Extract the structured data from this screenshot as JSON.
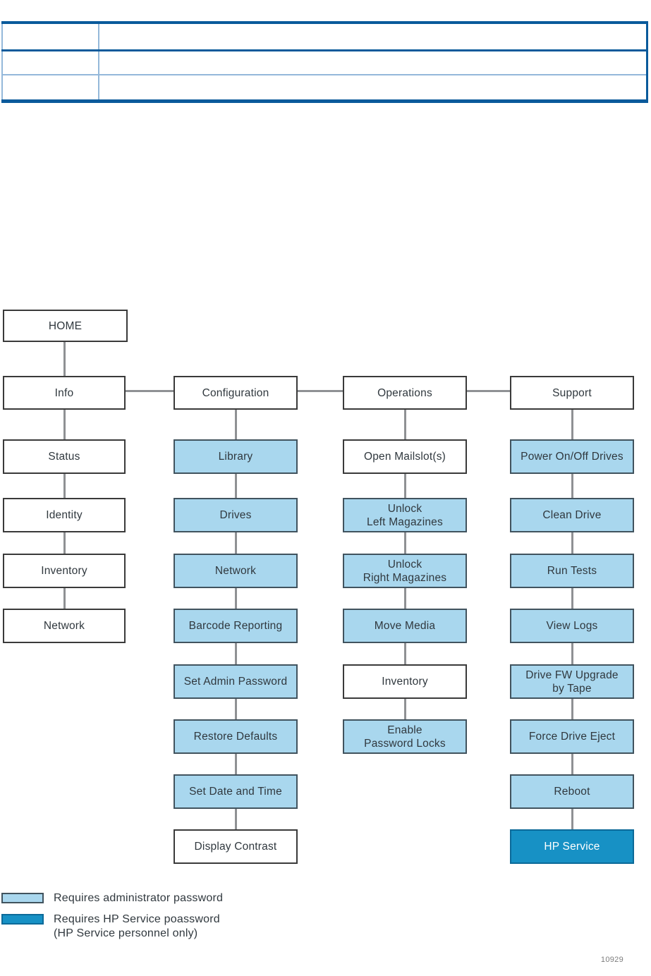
{
  "colors": {
    "table_border_dark": "#0a5a9b",
    "table_border_light": "#94b8da",
    "box_white_fill": "#ffffff",
    "box_white_border": "#3a3a3a",
    "box_admin_fill": "#a9d7ee",
    "box_admin_border": "#41535e",
    "box_service_fill": "#1791c5",
    "box_service_border": "#0c6a99",
    "connector": "#8f9194",
    "text": "#30383e",
    "service_text": "#ffffff"
  },
  "table": {
    "rows": [
      [
        "",
        ""
      ],
      [
        "",
        ""
      ],
      [
        "",
        ""
      ]
    ]
  },
  "menu_tree": {
    "home": {
      "label": "HOME",
      "style": "white"
    },
    "columns": [
      {
        "title": {
          "label": "Info",
          "style": "white"
        },
        "items": [
          {
            "label": "Status",
            "style": "white"
          },
          {
            "label": "Identity",
            "style": "white"
          },
          {
            "label": "Inventory",
            "style": "white"
          },
          {
            "label": "Network",
            "style": "white"
          }
        ]
      },
      {
        "title": {
          "label": "Configuration",
          "style": "white"
        },
        "items": [
          {
            "label": "Library",
            "style": "admin"
          },
          {
            "label": "Drives",
            "style": "admin"
          },
          {
            "label": "Network",
            "style": "admin"
          },
          {
            "label": "Barcode Reporting",
            "style": "admin"
          },
          {
            "label": "Set Admin Password",
            "style": "admin"
          },
          {
            "label": "Restore Defaults",
            "style": "admin"
          },
          {
            "label": "Set Date and Time",
            "style": "admin"
          },
          {
            "label": "Display Contrast",
            "style": "white"
          }
        ]
      },
      {
        "title": {
          "label": "Operations",
          "style": "white"
        },
        "items": [
          {
            "label": "Open Mailslot(s)",
            "style": "white"
          },
          {
            "label": "Unlock\nLeft Magazines",
            "style": "admin"
          },
          {
            "label": "Unlock\nRight Magazines",
            "style": "admin"
          },
          {
            "label": "Move Media",
            "style": "admin"
          },
          {
            "label": "Inventory",
            "style": "white"
          },
          {
            "label": "Enable\nPassword Locks",
            "style": "admin"
          }
        ]
      },
      {
        "title": {
          "label": "Support",
          "style": "white"
        },
        "items": [
          {
            "label": "Power On/Off Drives",
            "style": "admin"
          },
          {
            "label": "Clean Drive",
            "style": "admin"
          },
          {
            "label": "Run Tests",
            "style": "admin"
          },
          {
            "label": "View Logs",
            "style": "admin"
          },
          {
            "label": "Drive FW Upgrade\nby Tape",
            "style": "admin"
          },
          {
            "label": "Force Drive Eject",
            "style": "admin"
          },
          {
            "label": "Reboot",
            "style": "admin"
          },
          {
            "label": "HP Service",
            "style": "service"
          }
        ]
      }
    ]
  },
  "legend": {
    "entries": [
      {
        "swatch": "admin",
        "lines": [
          "Requires administrator password"
        ]
      },
      {
        "swatch": "service",
        "lines": [
          "Requires HP Service poassword",
          "(HP Service personnel only)"
        ]
      }
    ]
  },
  "figure_number": "10929"
}
